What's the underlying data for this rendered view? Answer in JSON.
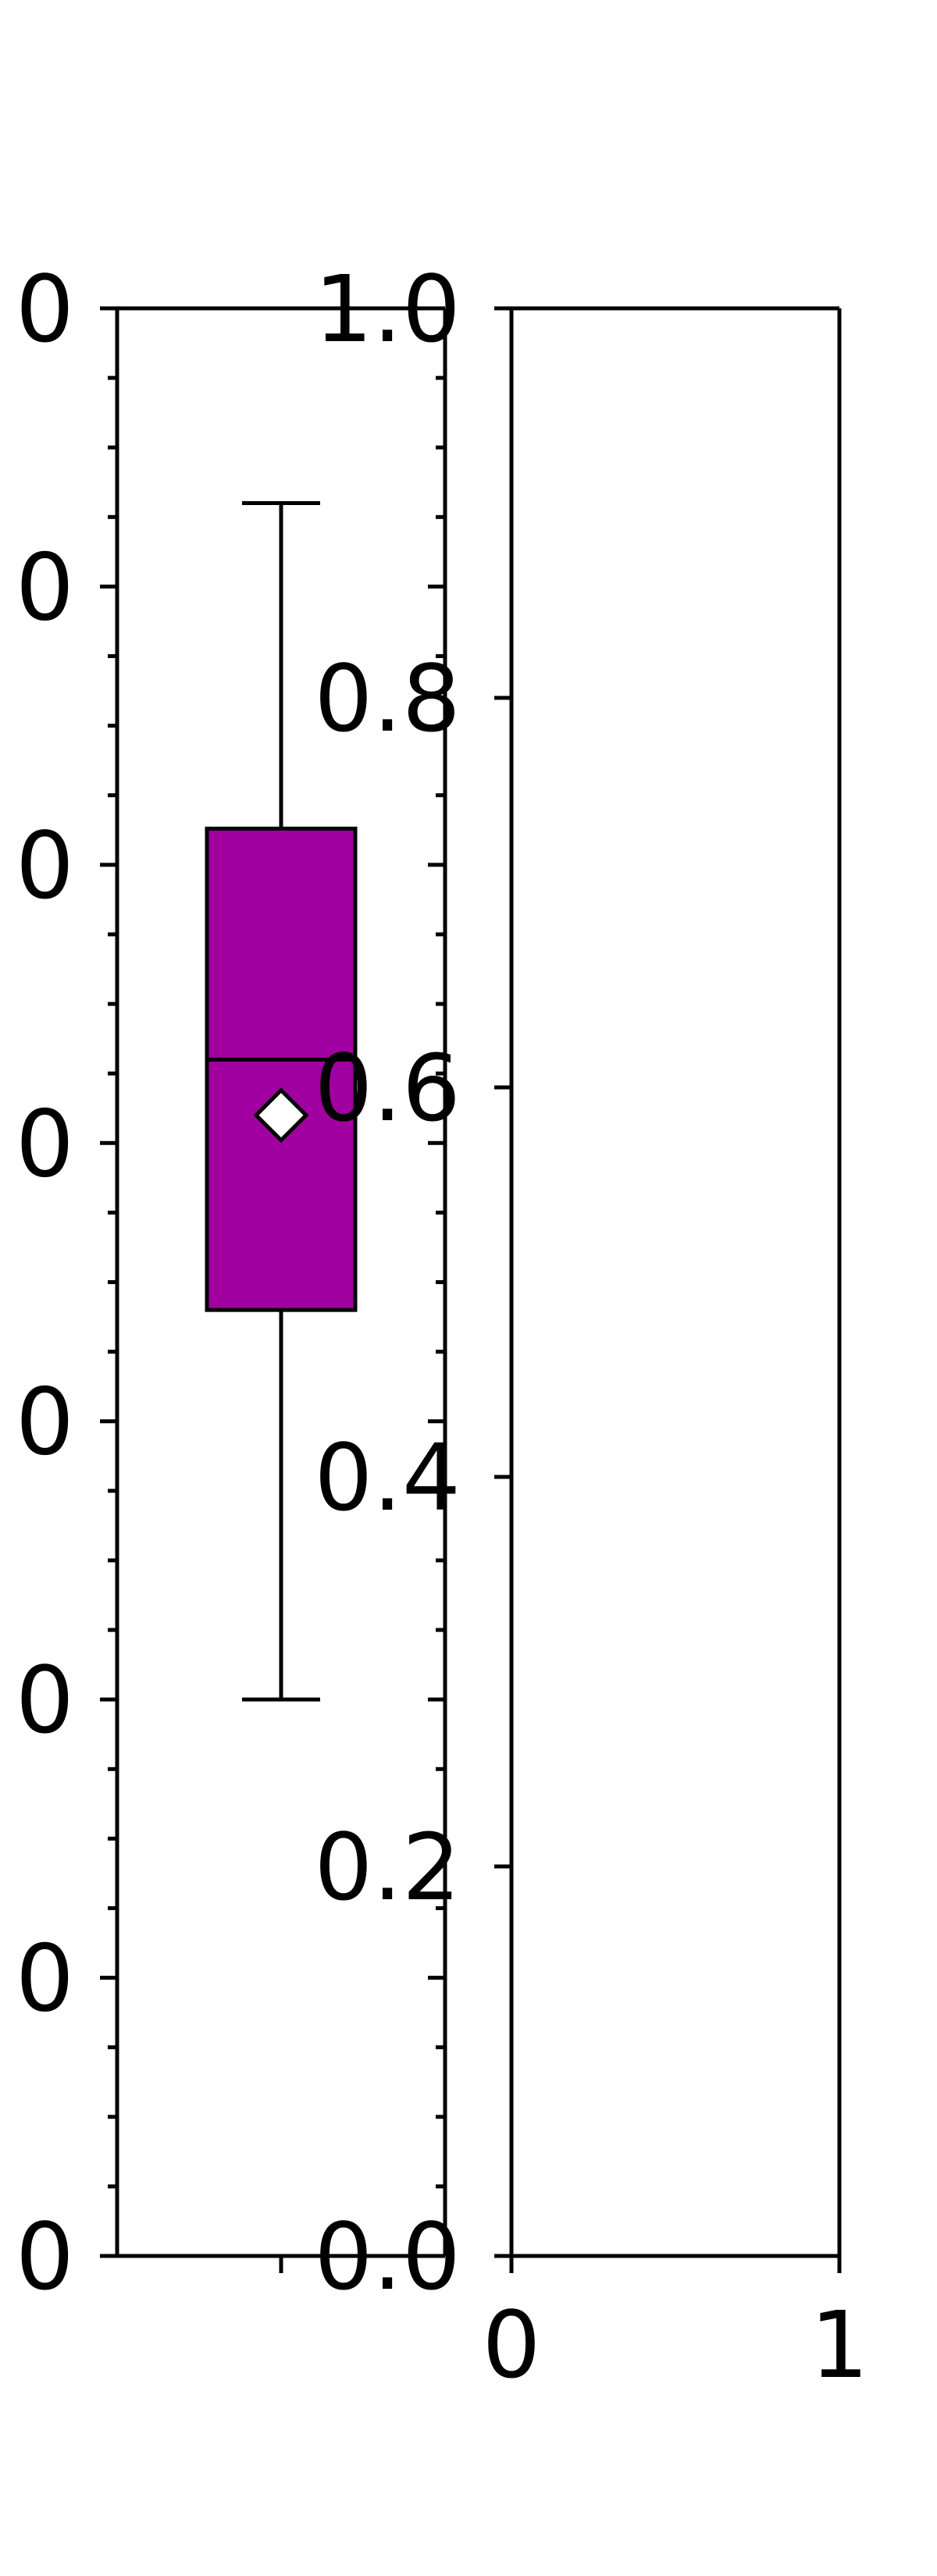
{
  "chart_data": [
    {
      "type": "box",
      "title": "",
      "xlabel": "",
      "ylabel": "",
      "ytick_labels": [
        "0",
        "0",
        "0",
        "0",
        "0",
        "0",
        "0",
        "0"
      ],
      "ylim": [
        0,
        7
      ],
      "yticks": [
        0,
        1,
        2,
        3,
        4,
        5,
        6,
        7
      ],
      "minor_ticks_per_major": 4,
      "boxes": [
        {
          "name": "",
          "whisker_low": 2.0,
          "q1": 3.4,
          "median": 4.3,
          "q3": 5.13,
          "whisker_high": 6.3,
          "mean": 4.1,
          "color": "#a0009f"
        }
      ]
    },
    {
      "type": "empty",
      "title": "",
      "xlabel": "",
      "ylabel": "",
      "xlim": [
        0,
        1
      ],
      "xticks": [
        0,
        1
      ],
      "xtick_labels": [
        "0",
        "1"
      ],
      "ylim": [
        0,
        1
      ],
      "yticks": [
        0,
        0.2,
        0.4,
        0.6,
        0.8,
        1.0
      ],
      "ytick_labels": [
        "0.0",
        "0.2",
        "0.4",
        "0.6",
        "0.8",
        "1.0"
      ]
    }
  ]
}
